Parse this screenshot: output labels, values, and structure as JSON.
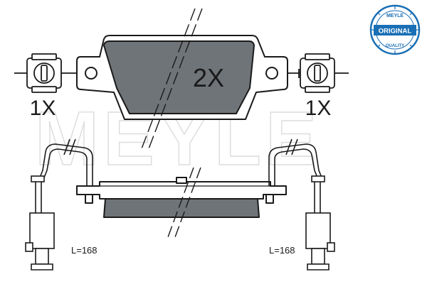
{
  "diagram": {
    "watermark": "MEYLE",
    "pad_quantity": "2X",
    "sensor_left_quantity": "1X",
    "sensor_right_quantity": "1X",
    "sensor_left_length": "L=168",
    "sensor_right_length": "L=168"
  },
  "badge": {
    "top_text": "MEYLE",
    "middle_text": "ORIGINAL",
    "bottom_text": "QUALITY"
  },
  "colors": {
    "pad_fill": "#6f7478",
    "stroke": "#1a1a1a",
    "badge_blue": "#1a6fb5",
    "watermark": "#e3e3e3"
  }
}
